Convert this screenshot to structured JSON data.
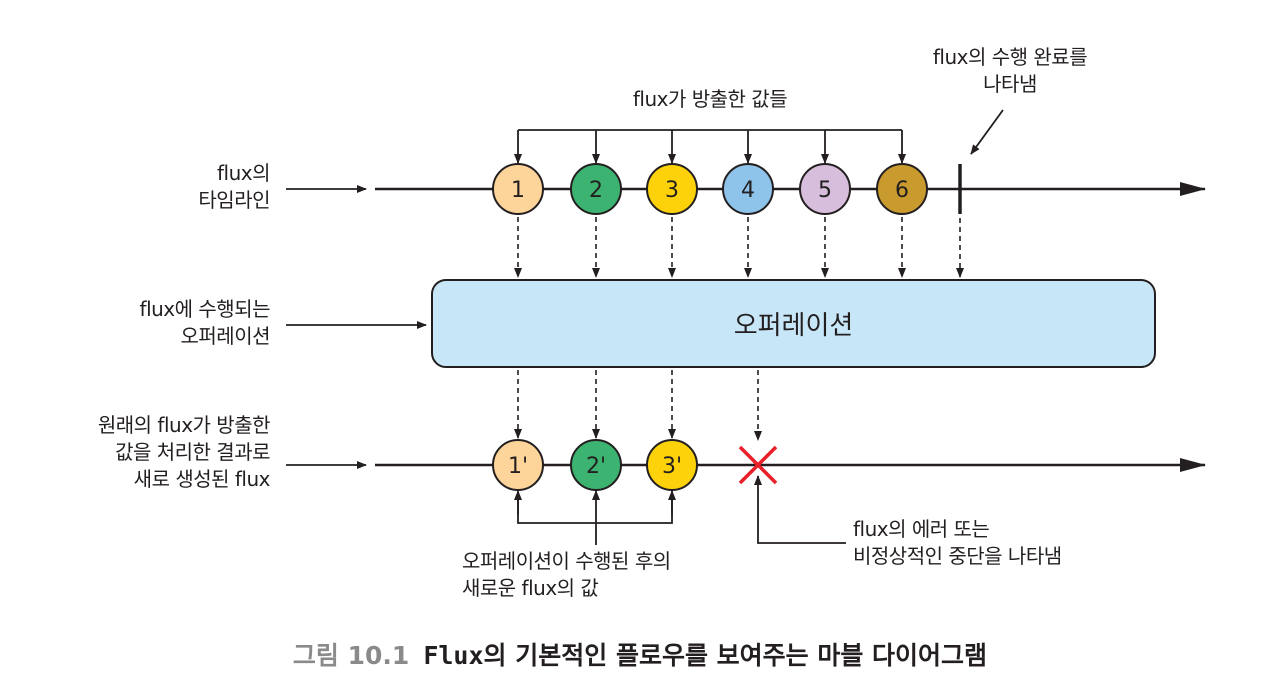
{
  "labels": {
    "timeline": [
      "flux의",
      "타임라인"
    ],
    "operation_input": [
      "flux에 수행되는",
      "오퍼레이션"
    ],
    "new_flux": [
      "원래의 flux가 방출한",
      "값을 처리한 결과로",
      "새로 생성된 flux"
    ],
    "emitted_values": "flux가 방출한 값들",
    "completion": [
      "flux의 수행 완료를",
      "나타냄"
    ],
    "operation_box": "오퍼레이션",
    "new_values": [
      "오퍼레이션이 수행된 후의",
      "새로운 flux의 값"
    ],
    "error": [
      "flux의 에러 또는",
      "비정상적인 중단을 나타냄"
    ]
  },
  "source_marbles": [
    {
      "label": "1",
      "color": "#fdd59a"
    },
    {
      "label": "2",
      "color": "#3cb371"
    },
    {
      "label": "3",
      "color": "#fdd20a"
    },
    {
      "label": "4",
      "color": "#8fc4ea"
    },
    {
      "label": "5",
      "color": "#d7bedc"
    },
    {
      "label": "6",
      "color": "#c99a2e"
    }
  ],
  "result_marbles": [
    {
      "label": "1'",
      "color": "#fdd59a"
    },
    {
      "label": "2'",
      "color": "#3cb371"
    },
    {
      "label": "3'",
      "color": "#fdd20a"
    }
  ],
  "colors": {
    "operation_fill": "#c7e6f8",
    "error_mark": "#e8202a",
    "line": "#231f20"
  },
  "caption": {
    "number": "그림 10.1",
    "code": "Flux",
    "text": "의 기본적인 플로우를 보여주는 마블 다이어그램"
  }
}
